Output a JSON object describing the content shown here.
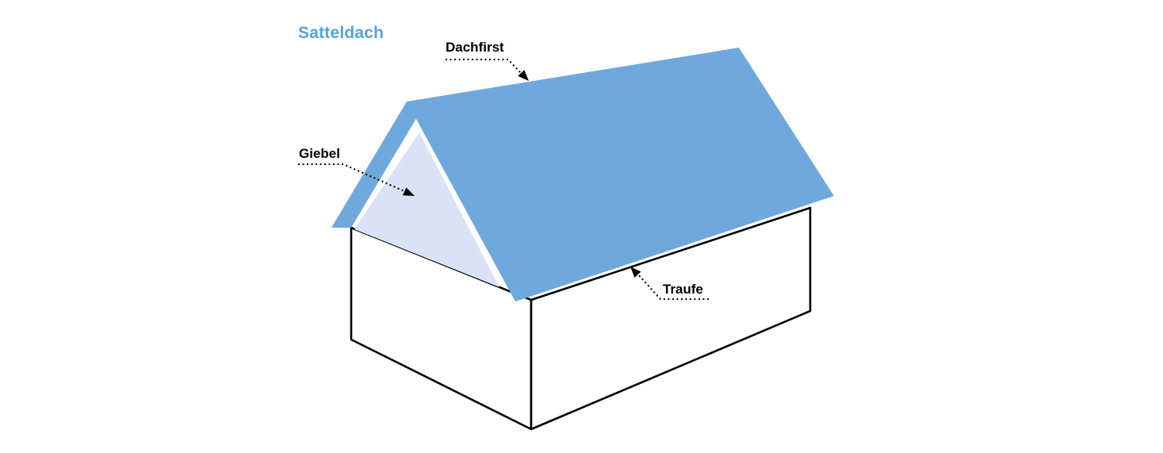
{
  "title": {
    "text": "Satteldach",
    "color": "#55A1DB"
  },
  "labels": {
    "ridge": "Dachfirst",
    "gable": "Giebel",
    "eave": "Traufe"
  },
  "colors": {
    "roof": "#6FA8DC",
    "gable_face": "#D9E2F7",
    "wall": "#FFFFFF",
    "outline": "#000000",
    "leader": "#000000"
  }
}
